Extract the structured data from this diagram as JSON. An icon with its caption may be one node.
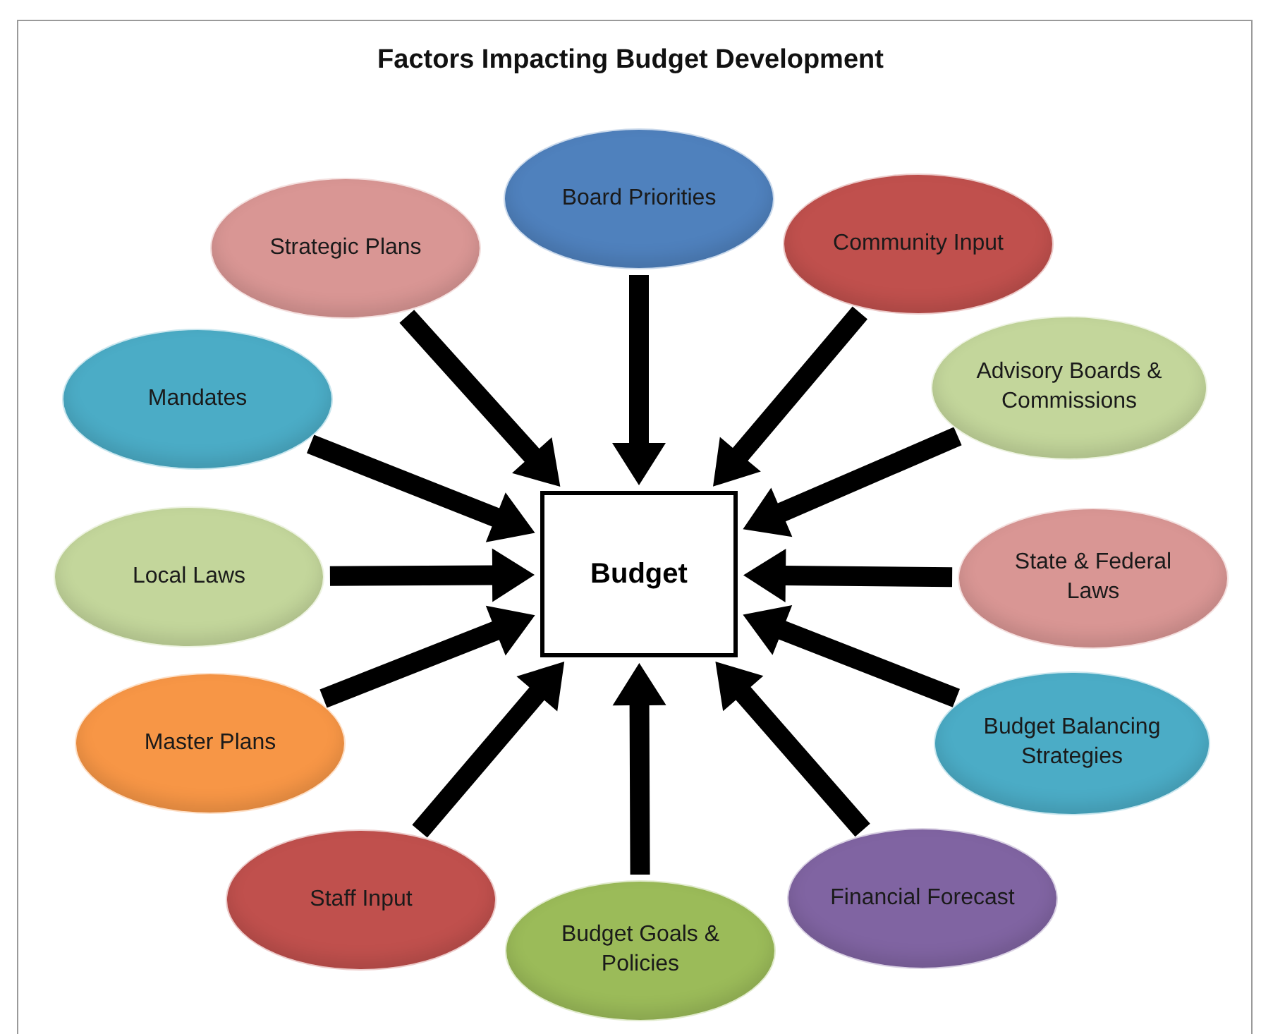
{
  "diagram": {
    "title": "Factors Impacting Budget Development",
    "nodes": [
      {
        "text": [
          "Budget"
        ]
      },
      {
        "text": [
          "Board Priorities"
        ]
      },
      {
        "text": [
          "Strategic Plans"
        ]
      },
      {
        "text": [
          "Community Input"
        ]
      },
      {
        "text": [
          "Mandates"
        ]
      },
      {
        "text": [
          "Advisory Boards & Commissions"
        ]
      },
      {
        "text": [
          "Local Laws"
        ]
      },
      {
        "text": [
          "State & Federal Laws"
        ]
      },
      {
        "text": [
          "Master Plans"
        ]
      },
      {
        "text": [
          "Budget Balancing Strategies"
        ]
      },
      {
        "text": [
          "Staff Input"
        ]
      },
      {
        "text": [
          "Financial Forecast"
        ]
      },
      {
        "text": [
          "Budget Goals & Policies"
        ]
      }
    ],
    "edges": [
      {
        "from": 1,
        "to": 0,
        "arrow": "to",
        "style": "thick"
      },
      {
        "from": 2,
        "to": 0,
        "arrow": "to",
        "style": "thick"
      },
      {
        "from": 3,
        "to": 0,
        "arrow": "to",
        "style": "thick"
      },
      {
        "from": 4,
        "to": 0,
        "arrow": "to",
        "style": "thick"
      },
      {
        "from": 5,
        "to": 0,
        "arrow": "to",
        "style": "thick"
      },
      {
        "from": 6,
        "to": 0,
        "arrow": "to",
        "style": "thick"
      },
      {
        "from": 7,
        "to": 0,
        "arrow": "to",
        "style": "thick"
      },
      {
        "from": 8,
        "to": 0,
        "arrow": "to",
        "style": "thick"
      },
      {
        "from": 9,
        "to": 0,
        "arrow": "to",
        "style": "thick"
      },
      {
        "from": 10,
        "to": 0,
        "arrow": "to",
        "style": "thick"
      },
      {
        "from": 11,
        "to": 0,
        "arrow": "to",
        "style": "thick"
      },
      {
        "from": 12,
        "to": 0,
        "arrow": "to",
        "style": "thick"
      }
    ]
  }
}
